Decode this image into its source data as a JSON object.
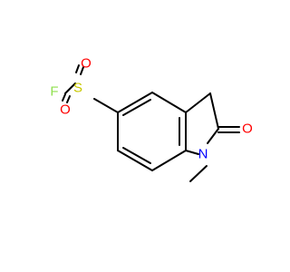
{
  "colors": {
    "carbon_bond": "#000000",
    "fluorine": "#90e050",
    "sulfur": "#c8c800",
    "oxygen": "#ff0000",
    "nitrogen": "#0000ff"
  },
  "atoms": {
    "fluorine": "F",
    "sulfur": "S",
    "sulfonyl_oxygen_top": "O",
    "sulfonyl_oxygen_bottom": "O",
    "carbonyl_oxygen": "O",
    "nitrogen": "N"
  }
}
